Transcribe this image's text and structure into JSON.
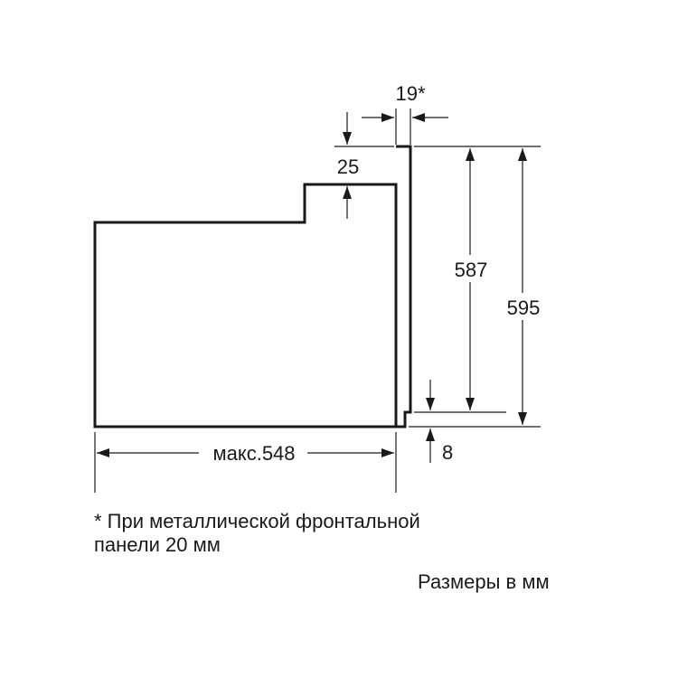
{
  "dimensions": {
    "top_gap": "19*",
    "step_height": "25",
    "inner_height": "587",
    "total_height": "595",
    "bottom_offset": "8",
    "max_depth": "макс.548"
  },
  "notes": {
    "footnote_line1": "* При металлической фронтальной",
    "footnote_line2": "панели 20 мм",
    "units": "Размеры в мм"
  },
  "colors": {
    "outline": "#1a1a1a",
    "dimension_lines": "#1a1a1a",
    "background": "#ffffff"
  }
}
